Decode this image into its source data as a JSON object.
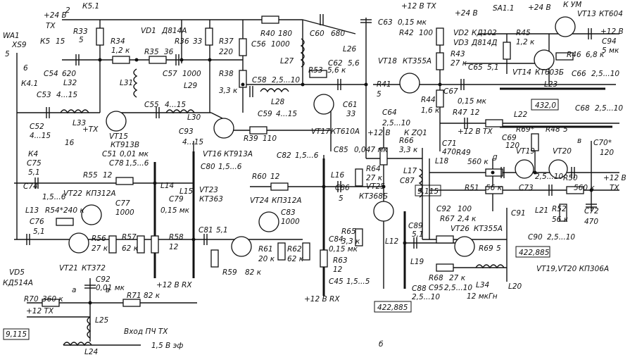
{
  "labels": {
    "sig_24v_left": "+24 В",
    "k51": "К5.1",
    "n2": "2",
    "r33": "R33",
    "r33v": "5",
    "tx_top": "ТХ",
    "k5": "К5",
    "k5n": "15",
    "wa1": "WA1",
    "xs9": "XS9",
    "n5": "5",
    "n6": "6",
    "r34": "R34",
    "r34v": "1,2 к",
    "vd1": "VD1",
    "vd1t": "Д814А",
    "r35": "R35",
    "r35v": "36",
    "r36": "R36",
    "r36v": "33",
    "r37": "R37",
    "r37v": "220",
    "r40": "R40",
    "r40v": "180",
    "c56": "С56",
    "c56v": "1000",
    "c60": "С60",
    "c60v": "680",
    "c54": "С54",
    "c54v": "620",
    "l32": "L32",
    "l31": "L31",
    "c57": "С57",
    "c57v": "1000",
    "l29": "L29",
    "r38": "R38",
    "r38v": "3,3 к",
    "l27": "L27",
    "c58": "С58",
    "c58v": "2,5...10",
    "l28": "L28",
    "c59": "С59",
    "c59v": "4...15",
    "k41": "К4.1",
    "c53": "С53",
    "c53v": "4...15",
    "l33": "L33",
    "c55": "С55",
    "c55v": "4...15",
    "l30": "L30",
    "c52": "С52",
    "c52v": "4...15",
    "plus_tx": "+ТХ",
    "n16": "16",
    "vt15": "VT15",
    "vt15t": "КТ913В",
    "c93": "С93",
    "c93v": "4...15",
    "vt16": "VT16",
    "vt16t": "КТ913А",
    "r39": "R39",
    "r39v": "110",
    "vt17": "VT17",
    "vt17t": "КТ610А",
    "c61": "С61",
    "c61v": "33",
    "k4": "К4",
    "c51": "С51",
    "c51v": "0,01 мк",
    "c75": "С75",
    "c75v": "5,1",
    "c78": "С78",
    "c78v": "1,5...6",
    "c80": "С80",
    "c80v": "1,5...6",
    "c82": "С82",
    "c82v": "1,5...6",
    "c85": "С85",
    "c85v": "0,047 мк",
    "r66": "R66",
    "r66v": "3,3 к",
    "k2q1": "К ZQ1",
    "plus12b_vt25": "+12 В",
    "c74": "С74",
    "c74v": "1,5...6",
    "l13": "L13",
    "r55": "R55",
    "r55v": "12",
    "vt22": "VT22",
    "vt22t": "КП312А",
    "l14": "L14",
    "c79": "С79",
    "c79v": "0,15 мк",
    "l15": "L15",
    "vt23": "VT23",
    "vt23t": "КТ363",
    "r60": "R60",
    "r60v": "12",
    "vt24": "VT24",
    "vt24t": "КП312А",
    "l16": "L16",
    "c86": "С86",
    "c86v": "5",
    "r64": "R64",
    "r64v": "27 к",
    "vt25": "VT25",
    "vt25t": "КТ368Б",
    "l17": "L17",
    "c87": "С87",
    "r54": "R54*",
    "r54v": "240 к",
    "c77": "С77",
    "c77v": "1000",
    "c83": "С83",
    "c83v": "1000",
    "c76": "С76",
    "c76v": "5,1",
    "r56": "R56",
    "r56v": "27 к",
    "r57": "R57",
    "r57v": "62 к",
    "r58": "R58",
    "r58v": "12",
    "c81": "С81",
    "c81v": "5,1",
    "r61": "R61",
    "r61v": "20 к",
    "r62": "R62",
    "r62v": "62 к",
    "c84": "С84",
    "c84v": "0,15 мк",
    "r63": "R63",
    "r63v": "12",
    "r65": "R65",
    "r65v": "3,3 к",
    "l12": "L12",
    "vt21": "VT21",
    "vt21t": "КТ372",
    "vd5": "VD5",
    "vd5t": "КД514А",
    "r59": "R59",
    "r59v": "82 к",
    "plus12rx1": "+12 В RX",
    "plus12rx2": "+12 В RX",
    "c45": "С45",
    "c45v": "1,5...5",
    "c89": "С89",
    "c89v": "5,1",
    "c88": "С88",
    "c88v": "2,5...10",
    "l19": "L19",
    "box_422a": "422,885",
    "r70": "R70",
    "r70v": "360 к",
    "c92b": "С92",
    "c92bv": "0,01 мк",
    "r71": "R71",
    "r71v": "82 к",
    "plus12tx_l": "+12 ТХ",
    "l25": "L25",
    "na": "а",
    "nb": "в",
    "box_9115a": "9,115",
    "l24": "L24",
    "vhod": "Вход ПЧ ТХ",
    "v15": "1,5 В эф",
    "sig_12v_tx_top": "+12 В ТХ",
    "c63": "С63",
    "c63v": "0,15 мк",
    "r42": "R42",
    "r42v": "100",
    "l26": "L26",
    "c62": "С62",
    "c62v": "5,6",
    "r53": "R53",
    "r53v": "5,6 к",
    "vt18": "VT18",
    "vt18t": "КТ355А",
    "r41": "R41",
    "r41v": "5",
    "r44": "R44",
    "r44v": "1,6 к",
    "c64": "С64",
    "c64v": "2,5...10",
    "sig_24v_mid": "+24 В",
    "sa11": "SA1.1",
    "vd2": "VD2",
    "vd2t": "КД102",
    "vd3": "VD3",
    "vd3t": "Д814Д",
    "r45": "R45",
    "r45v": "1,2 к",
    "r43": "R43",
    "r43v": "27 к",
    "c65": "С65",
    "c65v": "5,1",
    "vt14": "VT14",
    "vt14t": "КТ603Б",
    "sig_24v_right": "+24 В",
    "k_um": "К УМ",
    "vt13": "VT13",
    "vt13t": "КТ604",
    "plus12v_r": "+12 В",
    "c94": "С94",
    "c94v": "5 мк",
    "r46": "R46",
    "r46v": "6,8 к",
    "c66": "С66",
    "c66v": "2,5...10",
    "l23": "L23",
    "c67": "С67",
    "c67v": "0,15 мк",
    "r47": "R47",
    "r47v": "12",
    "box_432": "432,0",
    "l22": "L22",
    "c68": "С68",
    "c68v": "2,5...10",
    "c71": "С71",
    "c71v": "470",
    "l18": "L18",
    "plus12tx_m": "+12 В ТХ",
    "r69": "R69*",
    "r48": "R48",
    "r48v": "5",
    "c69": "С69",
    "c69v": "120",
    "r49": "R49",
    "r49v": "560 к",
    "vt19": "VT19",
    "vt20": "VT20",
    "nv": "в",
    "ng": "g",
    "c70": "С70*",
    "c70v": "120",
    "r50": "R50",
    "r50v": "560 к",
    "plus12tx_r": "+12 В",
    "tx_r": "ТХ",
    "box_9115b": "9,115",
    "r51": "R51",
    "r51v": "56 к",
    "c73": "С73",
    "c73v": "2,5...10",
    "l21": "L21",
    "r52": "R52",
    "r52v": "56 к",
    "c72": "С72",
    "c72v": "470",
    "c91": "С91",
    "c92": "С92",
    "c92v": "100",
    "r67": "R67",
    "r67v": "2,4 к",
    "vt26": "VT26",
    "vt26t": "КТ355А",
    "r69b": "R69",
    "r69bv": "5",
    "c90": "С90",
    "c90v": "2,5...10",
    "box_422b": "422,885",
    "r68": "R68",
    "r68v": "27 к",
    "c95": "С95",
    "c95v": "2,5...10",
    "l34": "L34",
    "l34v": "12 мкГн",
    "l20": "L20",
    "vt1920": "VT19,VT20   КП306А",
    "fig": "б"
  }
}
